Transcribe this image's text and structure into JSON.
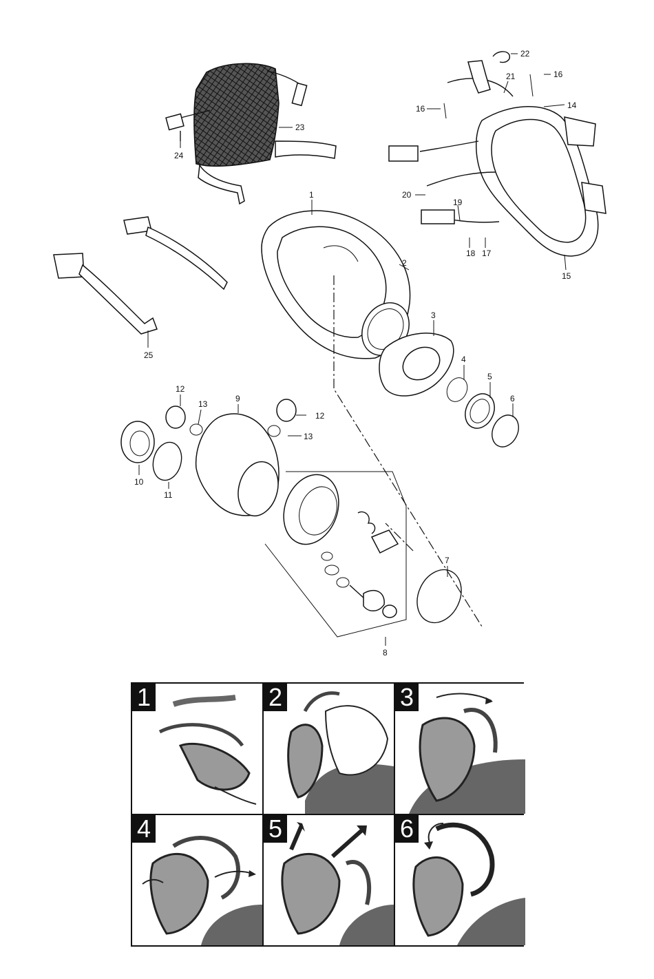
{
  "callouts": {
    "c1": "1",
    "c2": "2",
    "c3": "3",
    "c4": "4",
    "c5": "5",
    "c6": "6",
    "c7": "7",
    "c8": "8",
    "c9": "9",
    "c10": "10",
    "c11": "11",
    "c12a": "12",
    "c12b": "12",
    "c13a": "13",
    "c13b": "13",
    "c14": "14",
    "c15": "15",
    "c16a": "16",
    "c16b": "16",
    "c17": "17",
    "c18": "18",
    "c19": "19",
    "c20": "20",
    "c21": "21",
    "c22": "22",
    "c23": "23",
    "c24": "24",
    "c25": "25"
  },
  "steps": [
    {
      "number": "1"
    },
    {
      "number": "2"
    },
    {
      "number": "3"
    },
    {
      "number": "4"
    },
    {
      "number": "5"
    },
    {
      "number": "6"
    }
  ]
}
